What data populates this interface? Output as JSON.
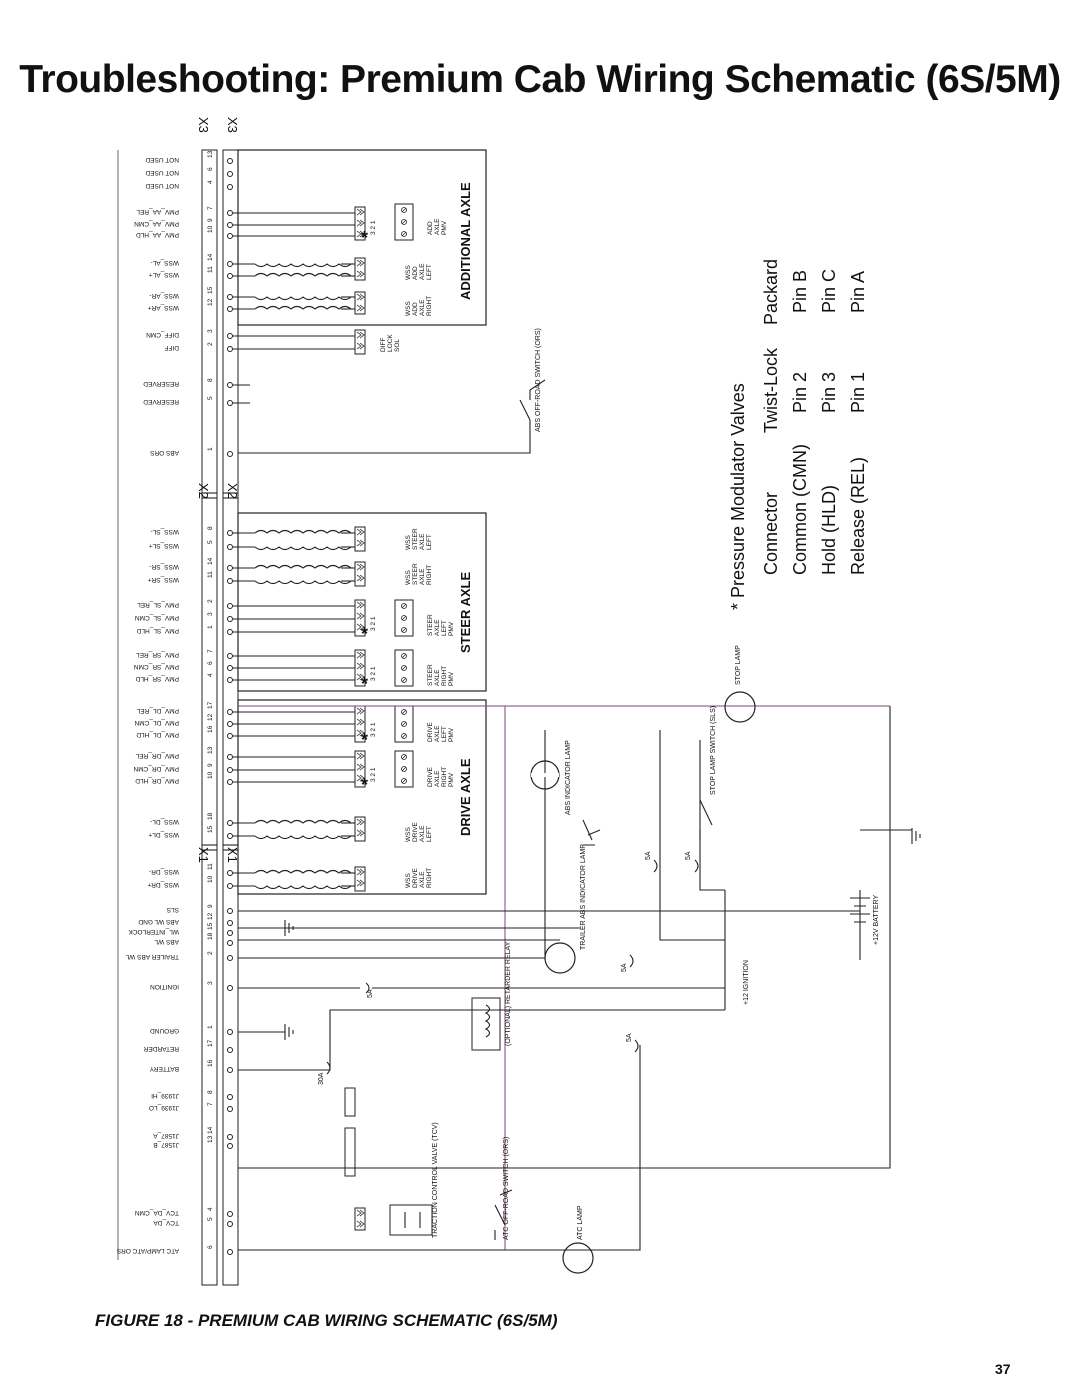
{
  "title": "Troubleshooting: Premium Cab Wiring Schematic (6S/5M)",
  "caption": "FIGURE 18 - PREMIUM CAB WIRING SCHEMATIC (6S/5M)",
  "page_number": "37",
  "connectors": {
    "x1": "X1",
    "x2": "X2",
    "x3": "X3"
  },
  "sections": {
    "drive": "DRIVE AXLE",
    "steer": "STEER AXLE",
    "additional": "ADDITIONAL AXLE"
  },
  "signals": [
    {
      "label": "NOT USED",
      "pin": "13"
    },
    {
      "label": "NOT USED",
      "pin": "6"
    },
    {
      "label": "NOT USED",
      "pin": "4"
    },
    {
      "label": "PMV_AA_REL",
      "pin": "7"
    },
    {
      "label": "PMV_AA_CMN",
      "pin": "9"
    },
    {
      "label": "PMV_AA_HLD",
      "pin": "10"
    },
    {
      "label": "WSS_AL-",
      "pin": "14"
    },
    {
      "label": "WSS_AL+",
      "pin": "11"
    },
    {
      "label": "WSS_AR-",
      "pin": "15"
    },
    {
      "label": "WSS_AR+",
      "pin": "12"
    },
    {
      "label": "DIFF_CMN",
      "pin": "3"
    },
    {
      "label": "DIFF",
      "pin": "2"
    },
    {
      "label": "RESERVED",
      "pin": "8"
    },
    {
      "label": "RESERVED",
      "pin": "5"
    },
    {
      "label": "ABS ORS",
      "pin": "1"
    },
    {
      "label": "WSS_SL-",
      "pin": "8"
    },
    {
      "label": "WSS_SL+",
      "pin": "5"
    },
    {
      "label": "WSS_SR-",
      "pin": "14"
    },
    {
      "label": "WSS_SR+",
      "pin": "11"
    },
    {
      "label": "PMV_SL_REL",
      "pin": "2"
    },
    {
      "label": "PMV_SL_CMN",
      "pin": "3"
    },
    {
      "label": "PMV_SL_HLD",
      "pin": "1"
    },
    {
      "label": "PMV_SR_REL",
      "pin": "7"
    },
    {
      "label": "PMV_SR_CMN",
      "pin": "6"
    },
    {
      "label": "PMV_SR_HLD",
      "pin": "4"
    },
    {
      "label": "PMV_DL_REL",
      "pin": "17"
    },
    {
      "label": "PMV_DL_CMN",
      "pin": "12"
    },
    {
      "label": "PMV_DL_HLD",
      "pin": "16"
    },
    {
      "label": "PMV_DR_REL",
      "pin": "13"
    },
    {
      "label": "PMV_DR_CMN",
      "pin": "9"
    },
    {
      "label": "PMV_DR_HLD",
      "pin": "10"
    },
    {
      "label": "WSS_DL-",
      "pin": "18"
    },
    {
      "label": "WSS_DL+",
      "pin": "15"
    },
    {
      "label": "WSS_DR-",
      "pin": "11"
    },
    {
      "label": "WSS_DR+",
      "pin": "10"
    },
    {
      "label": "SLS",
      "pin": "9"
    },
    {
      "label": "ABS WL GND",
      "pin": "12"
    },
    {
      "label": "WL_INTERLOCK",
      "pin": "15"
    },
    {
      "label": "ABS WL",
      "pin": "18"
    },
    {
      "label": "TRAILER ABS WL",
      "pin": "2"
    },
    {
      "label": "IGNITION",
      "pin": "3"
    },
    {
      "label": "GROUND",
      "pin": "1"
    },
    {
      "label": "RETARDER",
      "pin": "17"
    },
    {
      "label": "BATTERY",
      "pin": "16"
    },
    {
      "label": "J1939_HI",
      "pin": "8"
    },
    {
      "label": "J1939_LO",
      "pin": "7"
    },
    {
      "label": "J1587_A",
      "pin": "14"
    },
    {
      "label": "J1587_B",
      "pin": "13"
    },
    {
      "label": "TCV_DA_CMN",
      "pin": "4"
    },
    {
      "label": "TCV_DA",
      "pin": "5"
    },
    {
      "label": "ATC LAMP/ATC ORS",
      "pin": "6"
    }
  ],
  "devices": {
    "add_pmv": "ADD AXLE PMV",
    "wss_add_left": "WSS ADD AXLE LEFT",
    "wss_add_right": "WSS ADD AXLE RIGHT",
    "diff_lock": "DIFF LOCK SOL",
    "abs_offroad": "ABS OFF-ROAD SWITCH (ORS)",
    "wss_steer_left": "WSS STEER AXLE LEFT",
    "wss_steer_right": "WSS STEER AXLE RIGHT",
    "steer_left_pmv": "STEER AXLE LEFT PMV",
    "steer_right_pmv": "STEER AXLE RIGHT PMV",
    "drive_left_pmv": "DRIVE AXLE LEFT PMV",
    "drive_right_pmv": "DRIVE AXLE RIGHT PMV",
    "wss_drive_left": "WSS DRIVE AXLE LEFT",
    "wss_drive_right": "WSS DRIVE AXLE RIGHT",
    "abs_indicator_lamp": "ABS INDICATOR LAMP",
    "trailer_abs_lamp": "TRAILER ABS INDICATOR LAMP",
    "retarder_relay": "(OPTIONAL) RETARDER RELAY",
    "stop_lamp_switch": "STOP LAMP SWITCH (SLS)",
    "stop_lamp": "STOP LAMP",
    "battery": "+12V BATTERY",
    "ignition": "+12 IGNITION",
    "tcv": "TRACTION CONTROL VALVE (TCV)",
    "atc_offroad": "ATC OFF-ROAD SWITCH (ORS)",
    "atc_lamp": "ATC LAMP",
    "fuse_5a": "5A",
    "fuse_30a": "30A",
    "pmv_pins": "3 2 1"
  },
  "legend": {
    "title": "* Pressure Modulator Valves",
    "headers": [
      "Connector",
      "Twist-Lock",
      "Packard"
    ],
    "rows": [
      [
        "Common (CMN)",
        "Pin 2",
        "Pin B"
      ],
      [
        "Hold (HLD)",
        "Pin 3",
        "Pin C"
      ],
      [
        "Release (REL)",
        "Pin 1",
        "Pin A"
      ]
    ]
  }
}
